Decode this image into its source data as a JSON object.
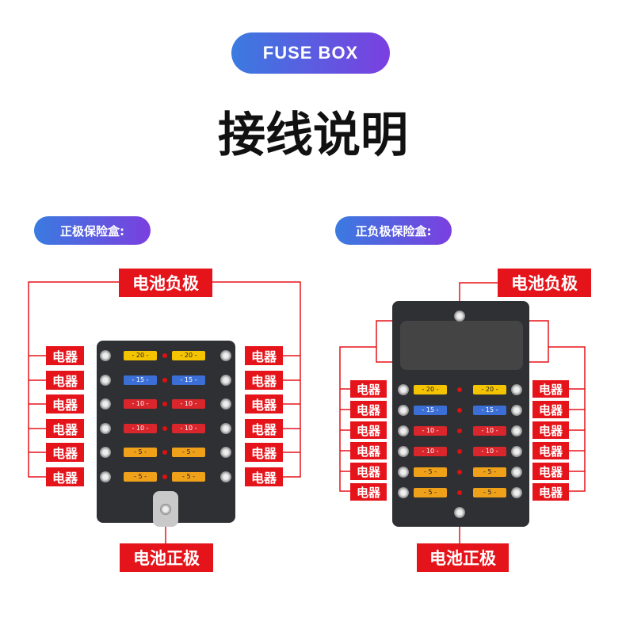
{
  "title": "FUSE  BOX",
  "heading": "接线说明",
  "left_panel": {
    "label": "正极保险盒:",
    "top_tag": "电池负极",
    "bottom_tag": "电池正极",
    "device": "电器"
  },
  "right_panel": {
    "label": "正负极保险盒:",
    "top_tag": "电池负极",
    "bottom_tag": "电池正极",
    "device": "电器"
  },
  "fuse_values": [
    "20",
    "15",
    "10",
    "10",
    "5",
    "5"
  ],
  "colors": {
    "pill_start": "#3a7be0",
    "pill_end": "#7b3fe0",
    "tag_red": "#e5131a",
    "box": "#2e3033",
    "fuse_20": "#f5c400",
    "fuse_15": "#3b6fd6",
    "fuse_10": "#d8262c",
    "fuse_5": "#f0a11a"
  }
}
